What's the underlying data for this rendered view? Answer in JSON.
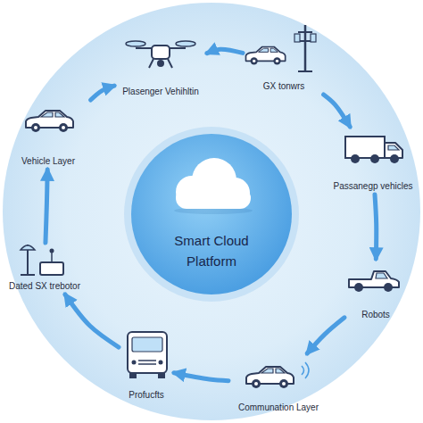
{
  "diagram": {
    "nodes": [
      {
        "text": [
          "Plasenger Vehihltin"
        ]
      },
      {
        "text": [
          "GX tonwrs"
        ]
      },
      {
        "text": [
          "Vehicle Layer"
        ]
      },
      {
        "text": [
          "Passanegp vehicles"
        ]
      },
      {
        "text": [
          "Smart Cloud Platform"
        ]
      },
      {
        "text": [
          "Robots"
        ]
      },
      {
        "text": [
          "Dated SX trebotor"
        ]
      },
      {
        "text": [
          "Profucfts"
        ]
      },
      {
        "text": [
          "Communation Layer"
        ]
      }
    ],
    "edges": [
      {
        "from": 1,
        "to": 0,
        "arrow": "to"
      },
      {
        "from": 2,
        "to": 0,
        "arrow": "to"
      },
      {
        "from": 1,
        "to": 3,
        "arrow": "to"
      },
      {
        "from": 3,
        "to": 5,
        "arrow": "to"
      },
      {
        "from": 5,
        "to": 8,
        "arrow": "to"
      },
      {
        "from": 8,
        "to": 7,
        "arrow": "to"
      },
      {
        "from": 7,
        "to": 6,
        "arrow": "to"
      },
      {
        "from": 6,
        "to": 2,
        "arrow": "to"
      }
    ]
  }
}
